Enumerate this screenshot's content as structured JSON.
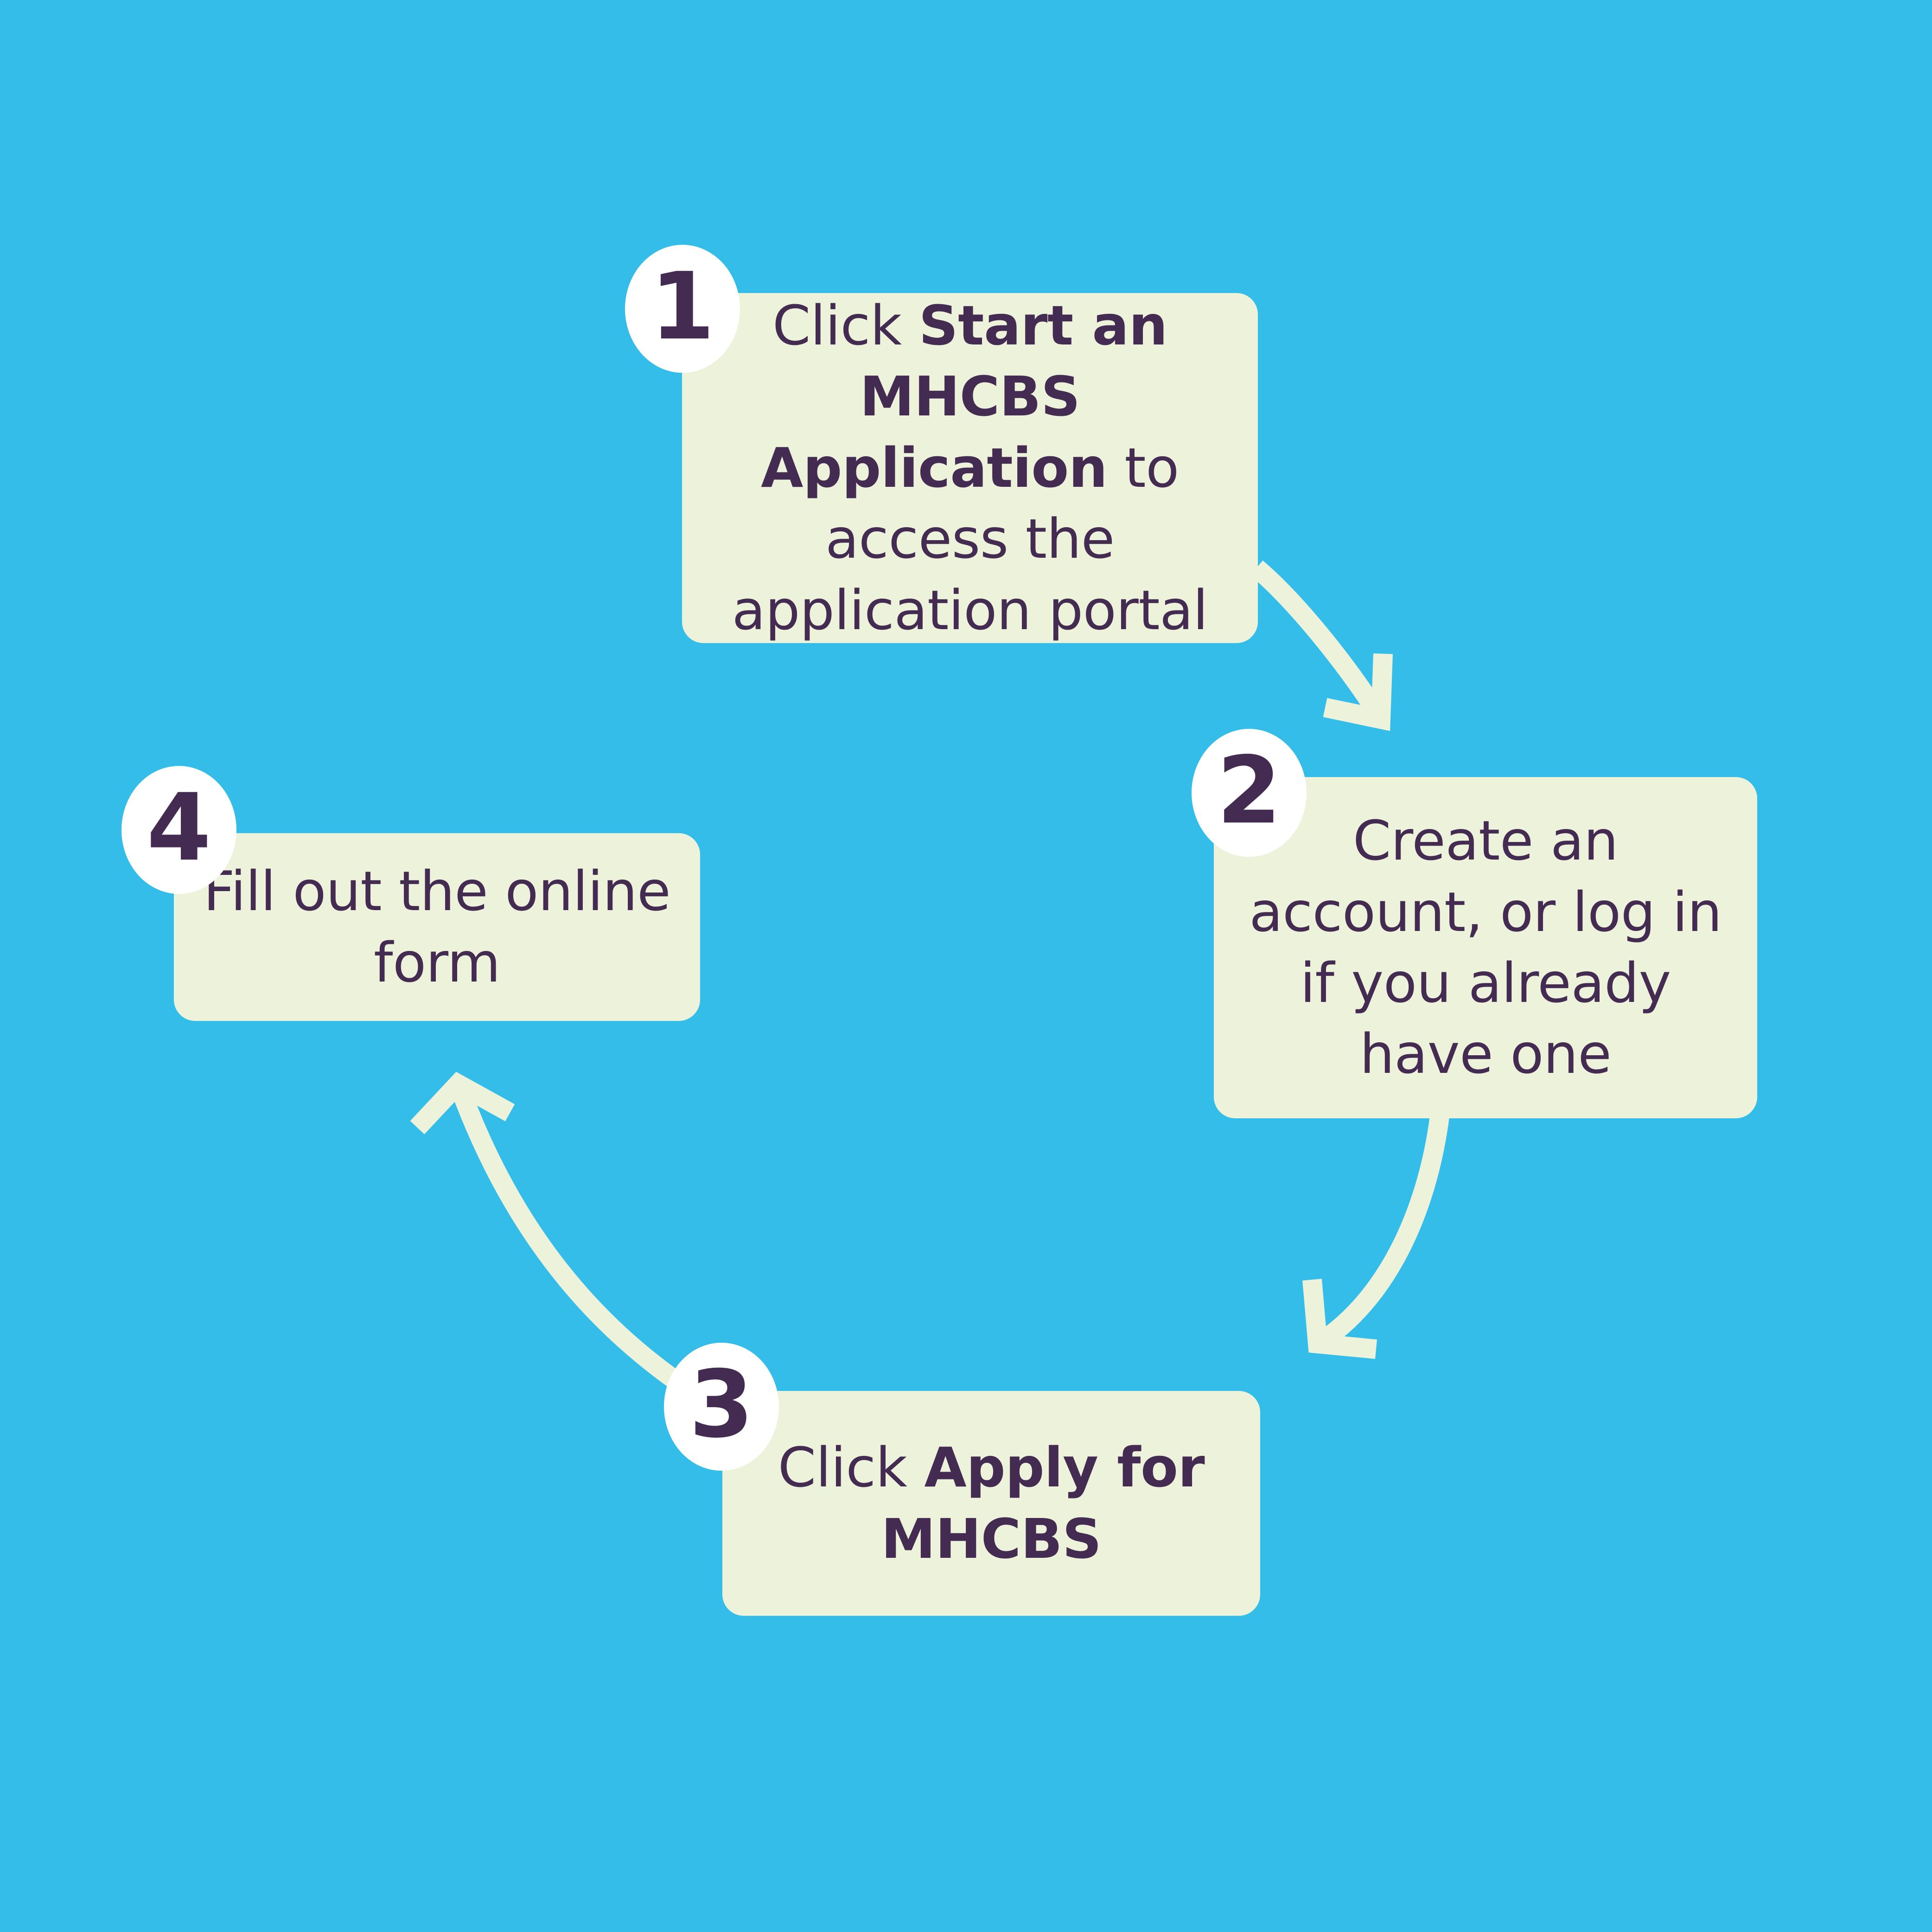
{
  "colors": {
    "background": "#35bdea",
    "card": "#edf2da",
    "text": "#442b52",
    "badge": "#ffffff",
    "arrow": "#edf2da"
  },
  "diagram": {
    "type": "process-flow",
    "step_count": 4,
    "steps": [
      {
        "number": "1",
        "text_parts": [
          {
            "text": "Click ",
            "bold": false
          },
          {
            "text": "Start an MHCBS Application",
            "bold": true
          },
          {
            "text": " to access the application portal",
            "bold": false
          }
        ],
        "plain_text": "Click Start an MHCBS Application to access the application portal"
      },
      {
        "number": "2",
        "text_parts": [
          {
            "text": "Create an account, or log in if you already have one",
            "bold": false
          }
        ],
        "plain_text": "Create an account, or log in if you already have one"
      },
      {
        "number": "3",
        "text_parts": [
          {
            "text": "Click ",
            "bold": false
          },
          {
            "text": "Apply for MHCBS",
            "bold": true
          }
        ],
        "plain_text": "Click Apply for MHCBS"
      },
      {
        "number": "4",
        "text_parts": [
          {
            "text": "Fill out the online form",
            "bold": false
          }
        ],
        "plain_text": "Fill out the online form"
      }
    ],
    "connectors": [
      {
        "from": "1",
        "to": "2",
        "direction": "down-right",
        "style": "curved-arrow"
      },
      {
        "from": "2",
        "to": "3",
        "direction": "down-left",
        "style": "curved-arrow"
      },
      {
        "from": "3",
        "to": "4",
        "direction": "up-left",
        "style": "curved-arrow"
      }
    ]
  }
}
